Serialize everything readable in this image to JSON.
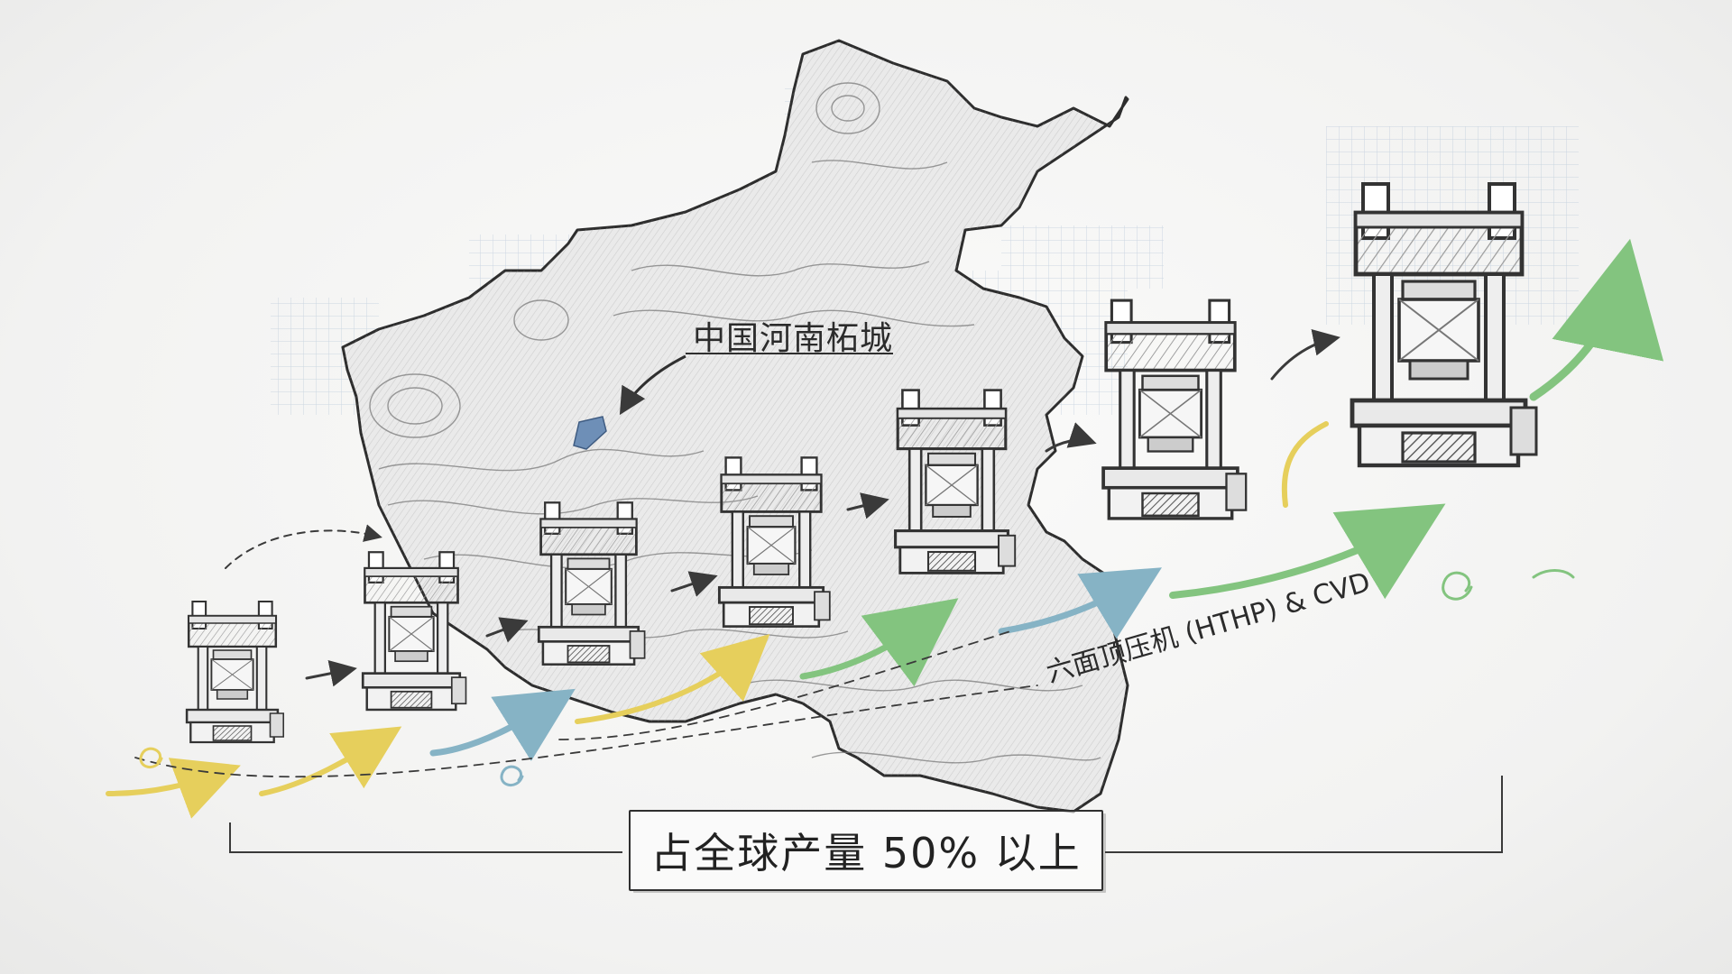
{
  "labels": {
    "location": "中国河南柘城",
    "machines": "六面顶压机 (HTHP) & CVD",
    "headline": "占全球产量 50% 以上"
  },
  "illustration": {
    "map": "henan-province-map",
    "press_count": 7,
    "colors": {
      "ink": "#2b2b2b",
      "pencil": "#6b6b6b",
      "grid_blue": "#9fb6cf",
      "highlight_blue": "#6e8fb7",
      "arrow_yellow": "#e8d36a",
      "arrow_blue": "#8fb9c8",
      "arrow_green": "#8fca8a"
    }
  }
}
